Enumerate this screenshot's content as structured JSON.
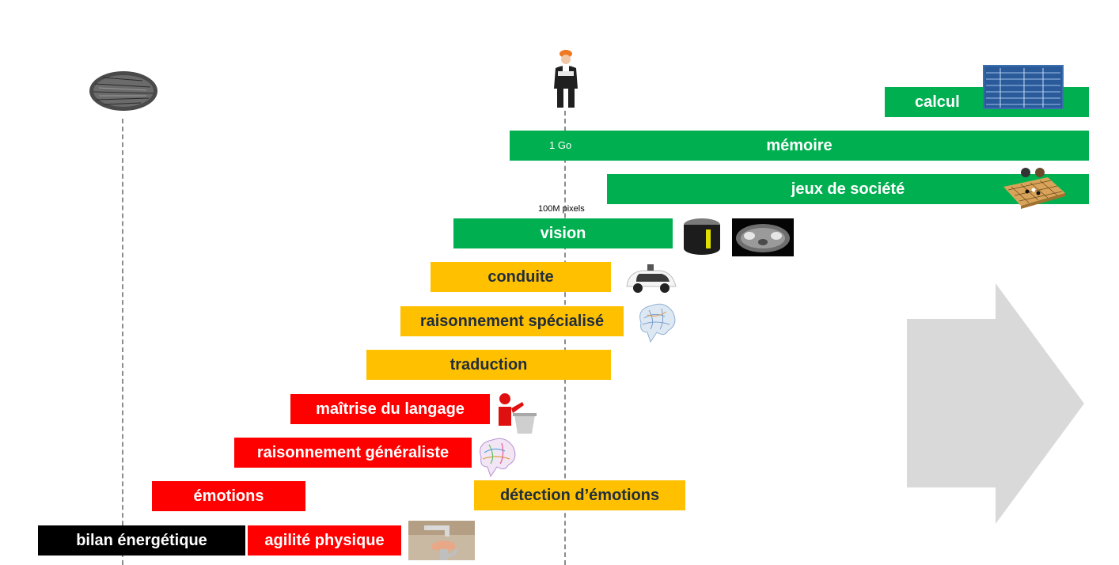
{
  "bars": {
    "calcul": "calcul",
    "memoire": "mémoire",
    "jeux": "jeux de société",
    "vision": "vision",
    "conduite": "conduite",
    "raisonnement_specialise": "raisonnement spécialisé",
    "traduction": "traduction",
    "maitrise_langage": "maîtrise du langage",
    "raisonnement_generaliste": "raisonnement généraliste",
    "emotions": "émotions",
    "detection_emotions": "détection d’émotions",
    "bilan_energetique": "bilan énergétique",
    "agilite_physique": "agilité physique"
  },
  "annotations": {
    "memory_size": "1 Go",
    "vision_resolution": "100M pixels"
  },
  "colors": {
    "superior": "#00b050",
    "near": "#ffc000",
    "inferior": "#ff0000",
    "energy": "#000000"
  },
  "icons": [
    "paramecium-icon",
    "human-icon",
    "spreadsheet-icon",
    "go-board-icon",
    "lidar-sensor-icon",
    "ct-scan-icon",
    "self-driving-car-icon",
    "brain-icon",
    "speaker-podium-icon",
    "brain-icon",
    "hand-washing-icon",
    "progress-arrow-icon"
  ]
}
